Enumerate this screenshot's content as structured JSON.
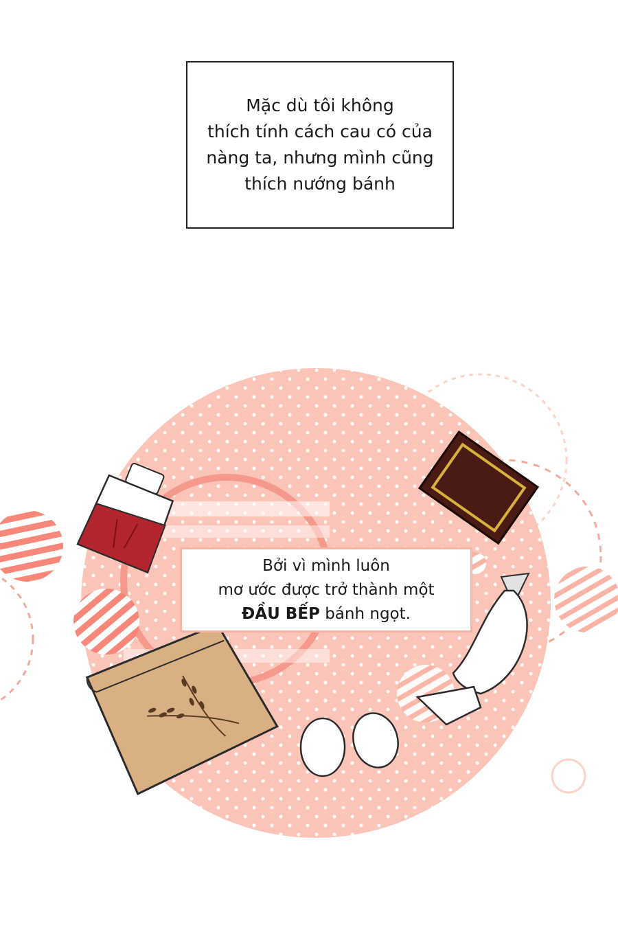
{
  "caption": {
    "lines": [
      "Mặc dù tôi không",
      "thích tính cách cau có của",
      "nàng ta, nhưng mình cũng",
      "thích nướng bánh"
    ]
  },
  "speech": {
    "line1": "Bởi vì mình luôn",
    "line2": "mơ ước được trở thành một",
    "line3_bold": "ĐẦU BẾP",
    "line3_rest": " bánh ngọt."
  },
  "colors": {
    "circle": "#fbc4b8",
    "stripe": "#f6877a",
    "jam": "#b3252e",
    "chocolate": "#4a1a14",
    "gold": "#d7b23a",
    "bag": "#d9b083"
  }
}
